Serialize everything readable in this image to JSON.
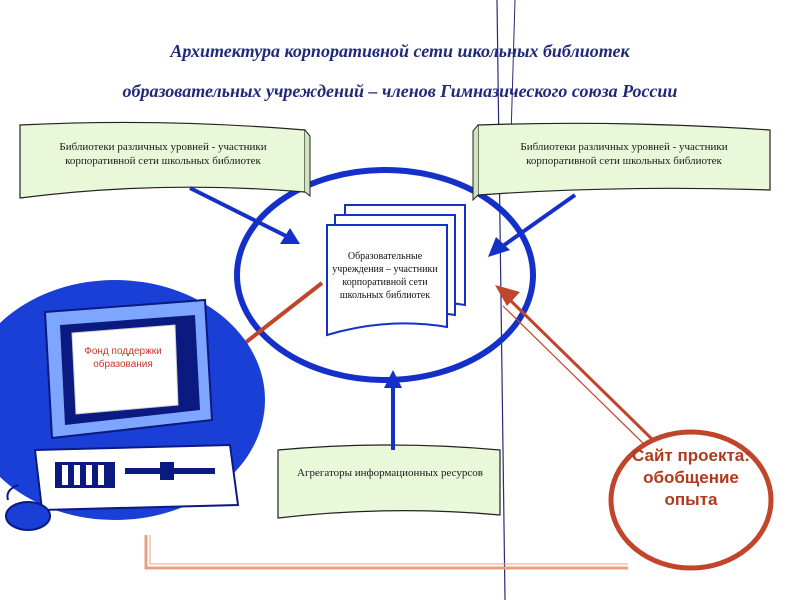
{
  "title": {
    "line1": "Архитектура  корпоративной  сети школьных библиотек",
    "line2": "образовательных  учреждений – членов  Гимназического союза России"
  },
  "banners": {
    "left": "Библиотеки различных уровней - участники корпоративной сети школьных библиотек",
    "right": "Библиотеки различных уровней - участники корпоративной сети школьных библиотек",
    "bottom": "Агрегаторы информационных ресурсов"
  },
  "center_document": "Образовательные учреждения – участники корпоративной сети школьных библиотек",
  "computer_screen": "Фонд поддержки образования",
  "site_node": "Сайт проекта: обобщение опыта",
  "colors": {
    "title": "#1f2a7a",
    "ellipse": "#1530c8",
    "banner_fill": "#e8f8d8",
    "arrow_blue": "#1530c8",
    "arrow_red": "#c0452a",
    "site_border": "#c0452a",
    "computer_blue": "#1a3fd6"
  }
}
